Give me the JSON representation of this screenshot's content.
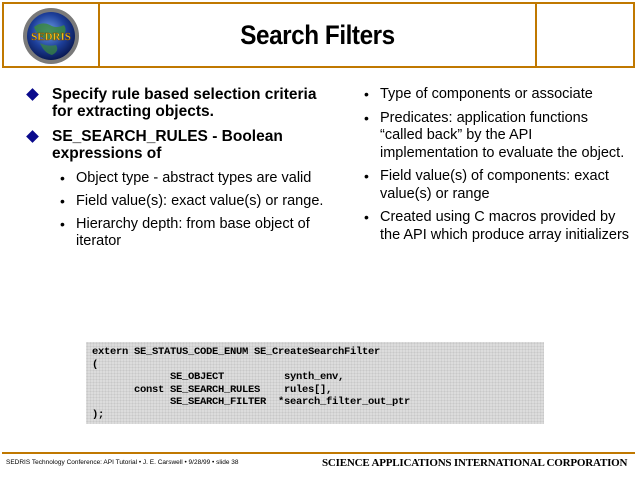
{
  "title": "Search Filters",
  "logo": {
    "text": "SEDRIS",
    "icon": "globe-logo-icon"
  },
  "left_column": [
    {
      "text": "Specify rule based  selection criteria for extracting objects.",
      "children": []
    },
    {
      "text": "SE_SEARCH_RULES - Boolean expressions of",
      "children": [
        "Object type  - abstract types are valid",
        "Field value(s): exact value(s) or range.",
        "Hierarchy depth: from base object of iterator"
      ]
    }
  ],
  "right_column": [
    "Type of components or associate",
    "Predicates: application functions “called back” by the API implementation to evaluate the object.",
    "Field value(s) of components: exact value(s) or range",
    "Created using C macros provided by the API which produce array initializers"
  ],
  "code": "extern SE_STATUS_CODE_ENUM SE_CreateSearchFilter\n(\n             SE_OBJECT          synth_env,\n       const SE_SEARCH_RULES    rules[],\n             SE_SEARCH_FILTER  *search_filter_out_ptr\n);",
  "footer": {
    "left": "SEDRIS Technology Conference: API Tutorial • J. E. Carswell • 9/28/99 • slide 38",
    "right": "SCIENCE APPLICATIONS INTERNATIONAL CORPORATION"
  },
  "colors": {
    "border": "#c07800",
    "bullet_diamond": "#0a0a8c"
  }
}
